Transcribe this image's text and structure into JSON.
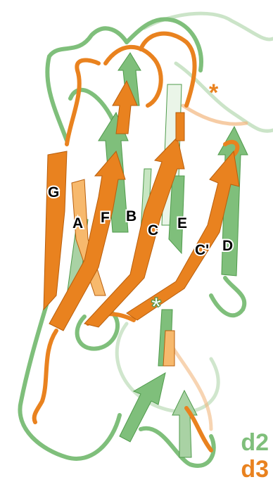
{
  "colors": {
    "d2": "#7fbf7b",
    "d2_dark": "#4f9a4b",
    "d2_light": "#c7e6c2",
    "d3": "#e9821f",
    "d3_dark": "#b85e0c",
    "d3_light": "#f7b96d",
    "asterisk_d3": "#e9821f",
    "asterisk_d2": "#ffffff"
  },
  "strands": {
    "G": "G",
    "A": "A",
    "F": "F",
    "B": "B",
    "C": "C",
    "E": "E",
    "Cp": "C'",
    "D": "D"
  },
  "markers": {
    "asterisk_d3": "*",
    "asterisk_d2": "*"
  },
  "legend": {
    "d2": "d2",
    "d3": "d3"
  }
}
